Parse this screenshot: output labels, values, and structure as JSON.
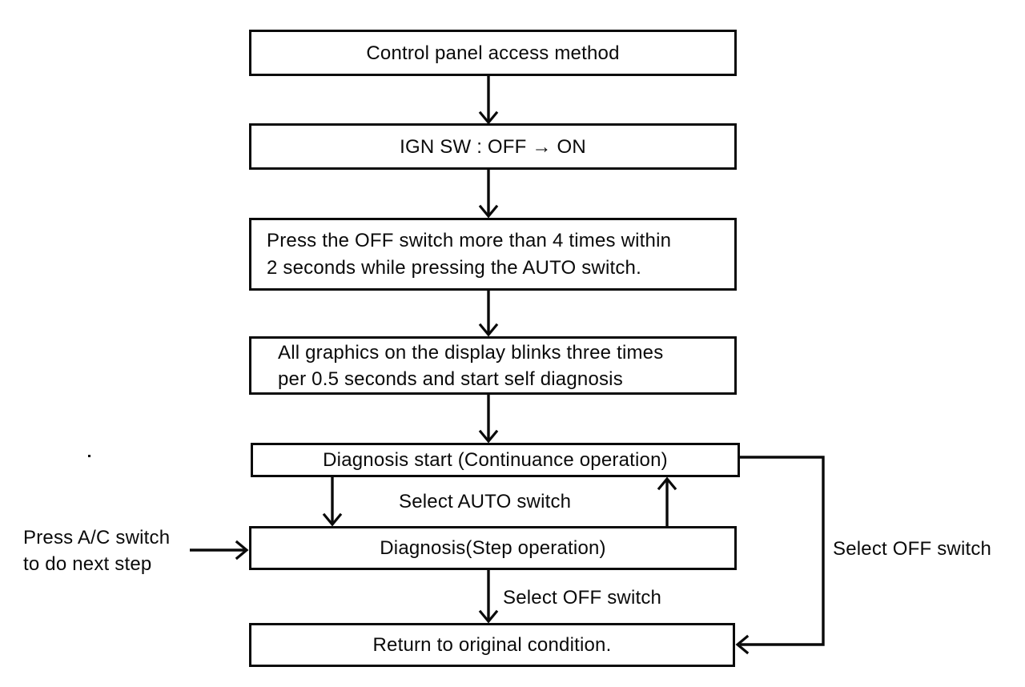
{
  "diagram": {
    "type": "flowchart",
    "nodes": {
      "control_panel": {
        "label": "Control panel access method"
      },
      "ign_sw": {
        "label": "IGN SW : OFF → ON"
      },
      "press_off": {
        "line1": "Press the OFF switch more than 4 times within",
        "line2": "2 seconds while pressing the AUTO switch."
      },
      "blink": {
        "line1": "All graphics on the display blinks three times",
        "line2": "per 0.5 seconds and start self diagnosis"
      },
      "diagnosis_start": {
        "label": "Diagnosis start (Continuance operation)"
      },
      "diagnosis_step": {
        "label": "Diagnosis(Step operation)"
      },
      "return_original": {
        "label": "Return to original condition."
      }
    },
    "edge_labels": {
      "select_auto": "Select AUTO switch",
      "select_off_step": "Select OFF switch",
      "select_off_bypass": "Select OFF switch"
    },
    "side_note": {
      "line1": "Press A/C switch",
      "line2": "to do next step"
    },
    "colors": {
      "ink": "#0a0a0a",
      "background": "#ffffff"
    }
  }
}
